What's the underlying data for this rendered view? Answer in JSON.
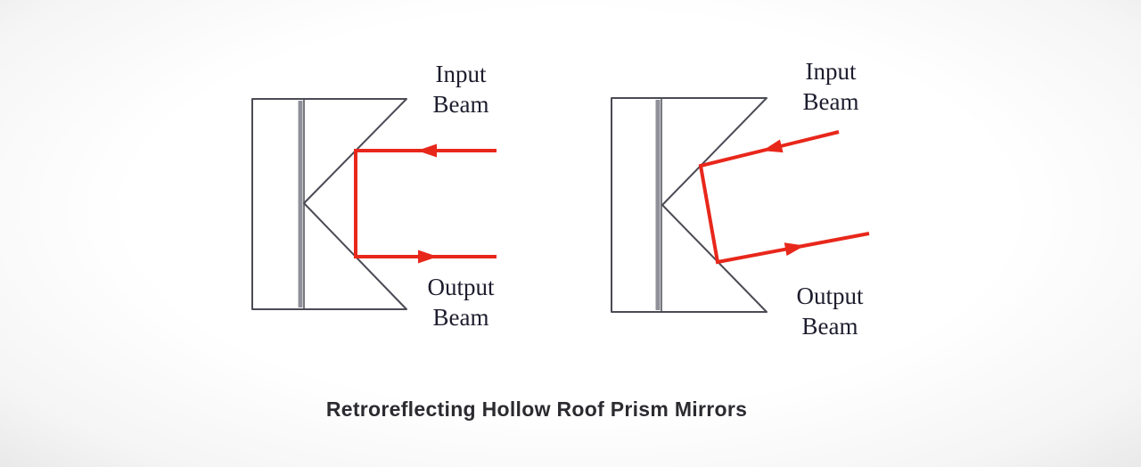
{
  "title": "Retroreflecting Hollow Roof Prism Mirrors",
  "colors": {
    "beam": "#e8271b",
    "outline": "#4b4b55",
    "substrate": "#90909a"
  },
  "diagrams": {
    "left": {
      "input_label": "Input\nBeam",
      "output_label": "Output\nBeam"
    },
    "right": {
      "input_label": "Input\nBeam",
      "output_label": "Output\nBeam"
    }
  }
}
